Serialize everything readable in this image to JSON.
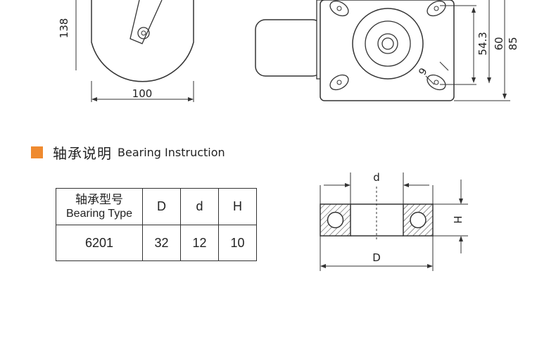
{
  "drawings": {
    "wheel_height": "138",
    "wheel_diameter": "100",
    "plate_dims": [
      "54.3",
      "60",
      "85"
    ],
    "hole_dim": "9"
  },
  "section": {
    "title_cn": "轴承说明",
    "title_en": "Bearing Instruction",
    "accent_color": "#ef8a2f"
  },
  "table": {
    "header_type_cn": "轴承型号",
    "header_type_en": "Bearing Type",
    "columns": [
      "D",
      "d",
      "H"
    ],
    "rows": [
      {
        "type": "6201",
        "D": "32",
        "d": "12",
        "H": "10"
      }
    ]
  },
  "bearing_diagram": {
    "labels": {
      "inner": "d",
      "outer": "D",
      "height": "H"
    }
  }
}
